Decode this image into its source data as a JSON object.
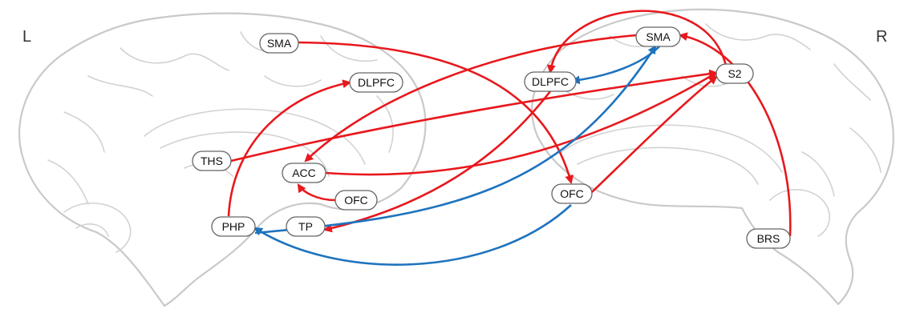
{
  "hemispheres": {
    "left": "L",
    "right": "R"
  },
  "colors": {
    "excitatory": "#e8181d",
    "inhibitory": "#1e73be",
    "brain": "#c9c9c9"
  },
  "nodes": [
    {
      "id": "L_SMA",
      "label": "SMA"
    },
    {
      "id": "L_DLPFC",
      "label": "DLPFC"
    },
    {
      "id": "L_THS",
      "label": "THS"
    },
    {
      "id": "L_ACC",
      "label": "ACC"
    },
    {
      "id": "L_OFC",
      "label": "OFC"
    },
    {
      "id": "L_PHP",
      "label": "PHP"
    },
    {
      "id": "L_TP",
      "label": "TP"
    },
    {
      "id": "R_SMA",
      "label": "SMA"
    },
    {
      "id": "R_DLPFC",
      "label": "DLPFC"
    },
    {
      "id": "R_S2",
      "label": "S2"
    },
    {
      "id": "R_OFC",
      "label": "OFC"
    },
    {
      "id": "R_BRS",
      "label": "BRS"
    }
  ],
  "edges": [
    {
      "from": "L_SMA",
      "to": "R_OFC",
      "color": "red"
    },
    {
      "from": "L_PHP",
      "to": "L_DLPFC",
      "color": "red"
    },
    {
      "from": "L_THS",
      "to": "R_S2",
      "color": "red"
    },
    {
      "from": "L_OFC",
      "to": "L_ACC",
      "color": "red"
    },
    {
      "from": "L_ACC",
      "to": "R_S2",
      "color": "red"
    },
    {
      "from": "R_SMA",
      "to": "L_ACC",
      "color": "red"
    },
    {
      "from": "R_DLPFC",
      "to": "L_TP",
      "color": "red"
    },
    {
      "from": "R_S2",
      "to": "R_DLPFC",
      "color": "red"
    },
    {
      "from": "R_OFC",
      "to": "R_S2",
      "color": "red"
    },
    {
      "from": "R_BRS",
      "to": "R_SMA",
      "color": "red"
    },
    {
      "from": "R_SMA",
      "to": "R_DLPFC",
      "color": "blue"
    },
    {
      "from": "L_PHP",
      "to": "R_SMA",
      "color": "blue"
    },
    {
      "from": "R_OFC",
      "to": "L_PHP",
      "color": "blue"
    }
  ]
}
